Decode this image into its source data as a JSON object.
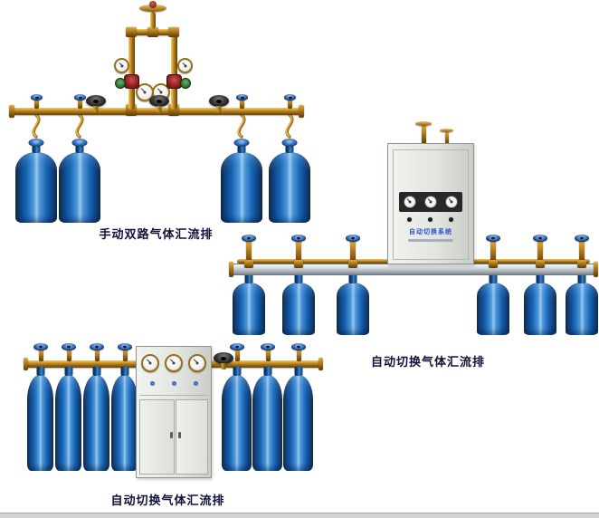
{
  "page": {
    "background": "#ffffff"
  },
  "products": [
    {
      "name": "manual-dual-row-manifold",
      "caption": "手动双路气体汇流排",
      "cylinders": 4,
      "shutoff_valves": 3,
      "pressure_gauges": 4
    },
    {
      "name": "auto-switch-manifold-wall-cabinet",
      "caption": "自动切换气体汇流排",
      "cylinders": 6,
      "cabinet_label": "自动切换系统",
      "cabinet_gauges": 3
    },
    {
      "name": "auto-switch-manifold-floor-cabinet",
      "caption": "自动切换气体汇流排",
      "cylinders": 7,
      "cabinet_gauges": 3
    }
  ],
  "colors": {
    "brass_pipe": "#c08a20",
    "cylinder_blue": "#1a67b6",
    "valve_wheel_blue": "#4a80c8",
    "black_handwheel": "#1a1a1a",
    "cabinet_gray": "#e2e5e0",
    "rail_silver": "#c8ced4",
    "caption_text": "#101038",
    "cabinet_label_text": "#2a4fd0"
  }
}
